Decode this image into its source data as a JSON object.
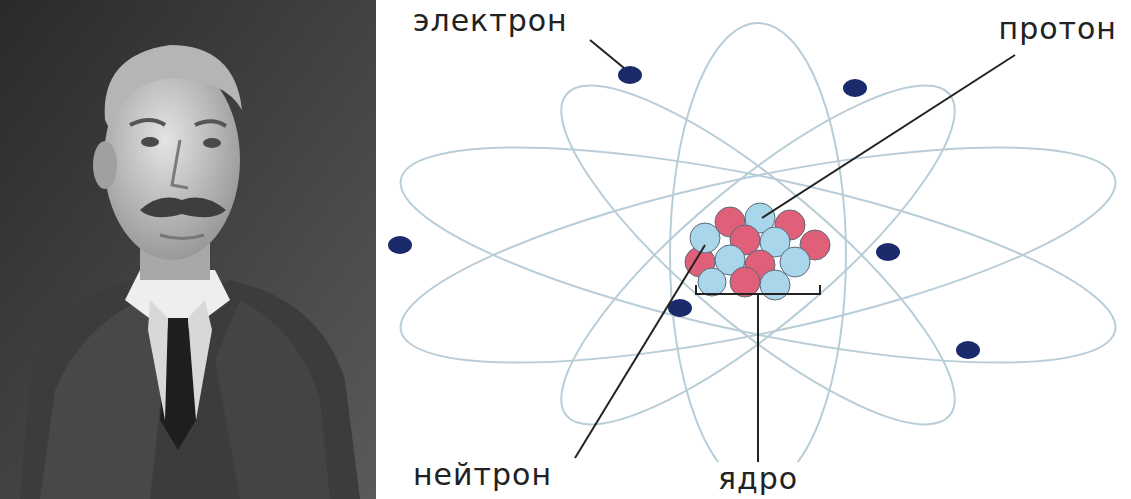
{
  "diagram": {
    "labels": [
      "электрон",
      "протон",
      "нейтрон",
      "ядро"
    ]
  }
}
